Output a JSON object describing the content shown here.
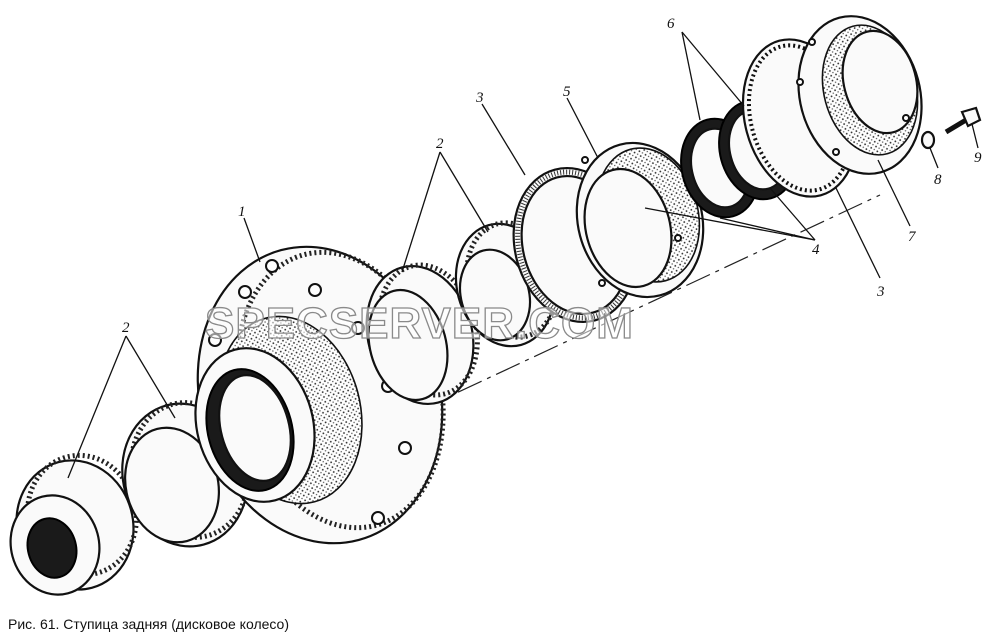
{
  "caption": "Рис.  61. Ступица задняя (дисковое колесо)",
  "watermark": "SPECSERVER.COM",
  "callouts": {
    "hub": "1",
    "bearing_left": "2",
    "bearing_upper": "2",
    "seal_ring_left": "3",
    "nut": "5",
    "washers": "6",
    "gaskets": "4",
    "seal_ring_right": "3",
    "cover": "7",
    "lock_washer": "8",
    "bolt": "9"
  }
}
